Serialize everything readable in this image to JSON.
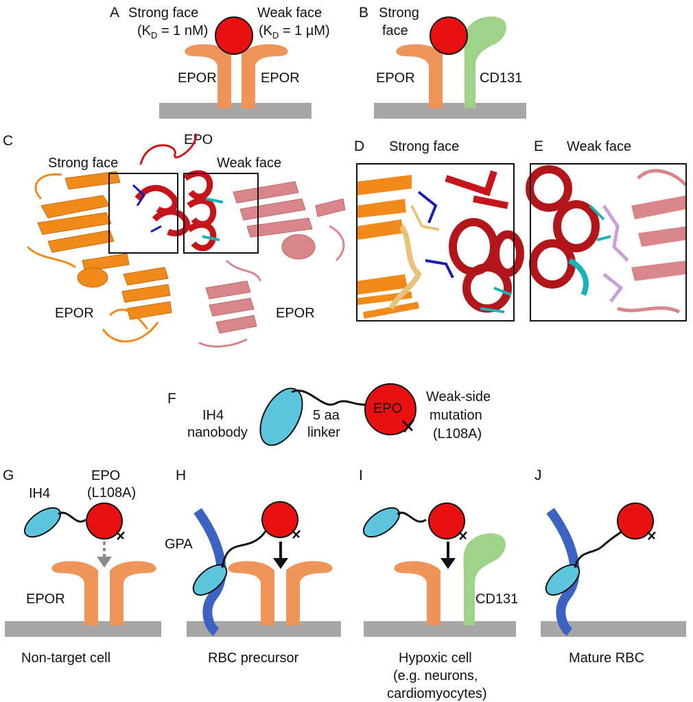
{
  "colors": {
    "epo": "#e8110f",
    "epor": "#f0955a",
    "cd131": "#9fd38a",
    "nanobody": "#5cc6de",
    "gpa": "#3d63c2",
    "membrane": "#a9a7a5",
    "strand_orange": "#f08a1a",
    "epo_dark": "#b3161a",
    "epor_pink": "#d9868a",
    "cyan": "#19b3b8",
    "blue_sidechain": "#1a1ab8",
    "tan": "#e9c27a",
    "lilac": "#caa0d6"
  },
  "panelA": {
    "letter": "A",
    "strong_face": "Strong face",
    "strong_kd_pre": "(K",
    "strong_kd_sub": "D",
    "strong_kd_post": " = 1 nM)",
    "weak_face": "Weak face",
    "weak_kd_pre": "(K",
    "weak_kd_sub": "D",
    "weak_kd_post": " = 1 µM)",
    "left_receptor": "EPOR",
    "right_receptor": "EPOR"
  },
  "panelB": {
    "letter": "B",
    "strong_line1": "Strong",
    "strong_line2": "face",
    "left_receptor": "EPOR",
    "right_receptor": "CD131"
  },
  "panelC": {
    "letter": "C",
    "epo": "EPO",
    "strong_face": "Strong face",
    "weak_face": "Weak face",
    "left_receptor": "EPOR",
    "right_receptor": "EPOR"
  },
  "panelD": {
    "letter": "D",
    "title": "Strong face"
  },
  "panelE": {
    "letter": "E",
    "title": "Weak face"
  },
  "panelF": {
    "letter": "F",
    "nanobody_line1": "IH4",
    "nanobody_line2": "nanobody",
    "linker_line1": "5 aa",
    "linker_line2": "linker",
    "epo": "EPO",
    "mutation_line1": "Weak-side",
    "mutation_line2": "mutation",
    "mutation_line3": "(L108A)"
  },
  "panelG": {
    "letter": "G",
    "ih4": "IH4",
    "epo_line1": "EPO",
    "epo_line2": "(L108A)",
    "receptor": "EPOR",
    "caption": "Non-target cell"
  },
  "panelH": {
    "letter": "H",
    "gpa": "GPA",
    "caption": "RBC precursor"
  },
  "panelI": {
    "letter": "I",
    "receptor": "CD131",
    "caption_line1": "Hypoxic cell",
    "caption_line2": "(e.g. neurons,",
    "caption_line3": "cardiomyocytes)"
  },
  "panelJ": {
    "letter": "J",
    "caption": "Mature RBC"
  }
}
